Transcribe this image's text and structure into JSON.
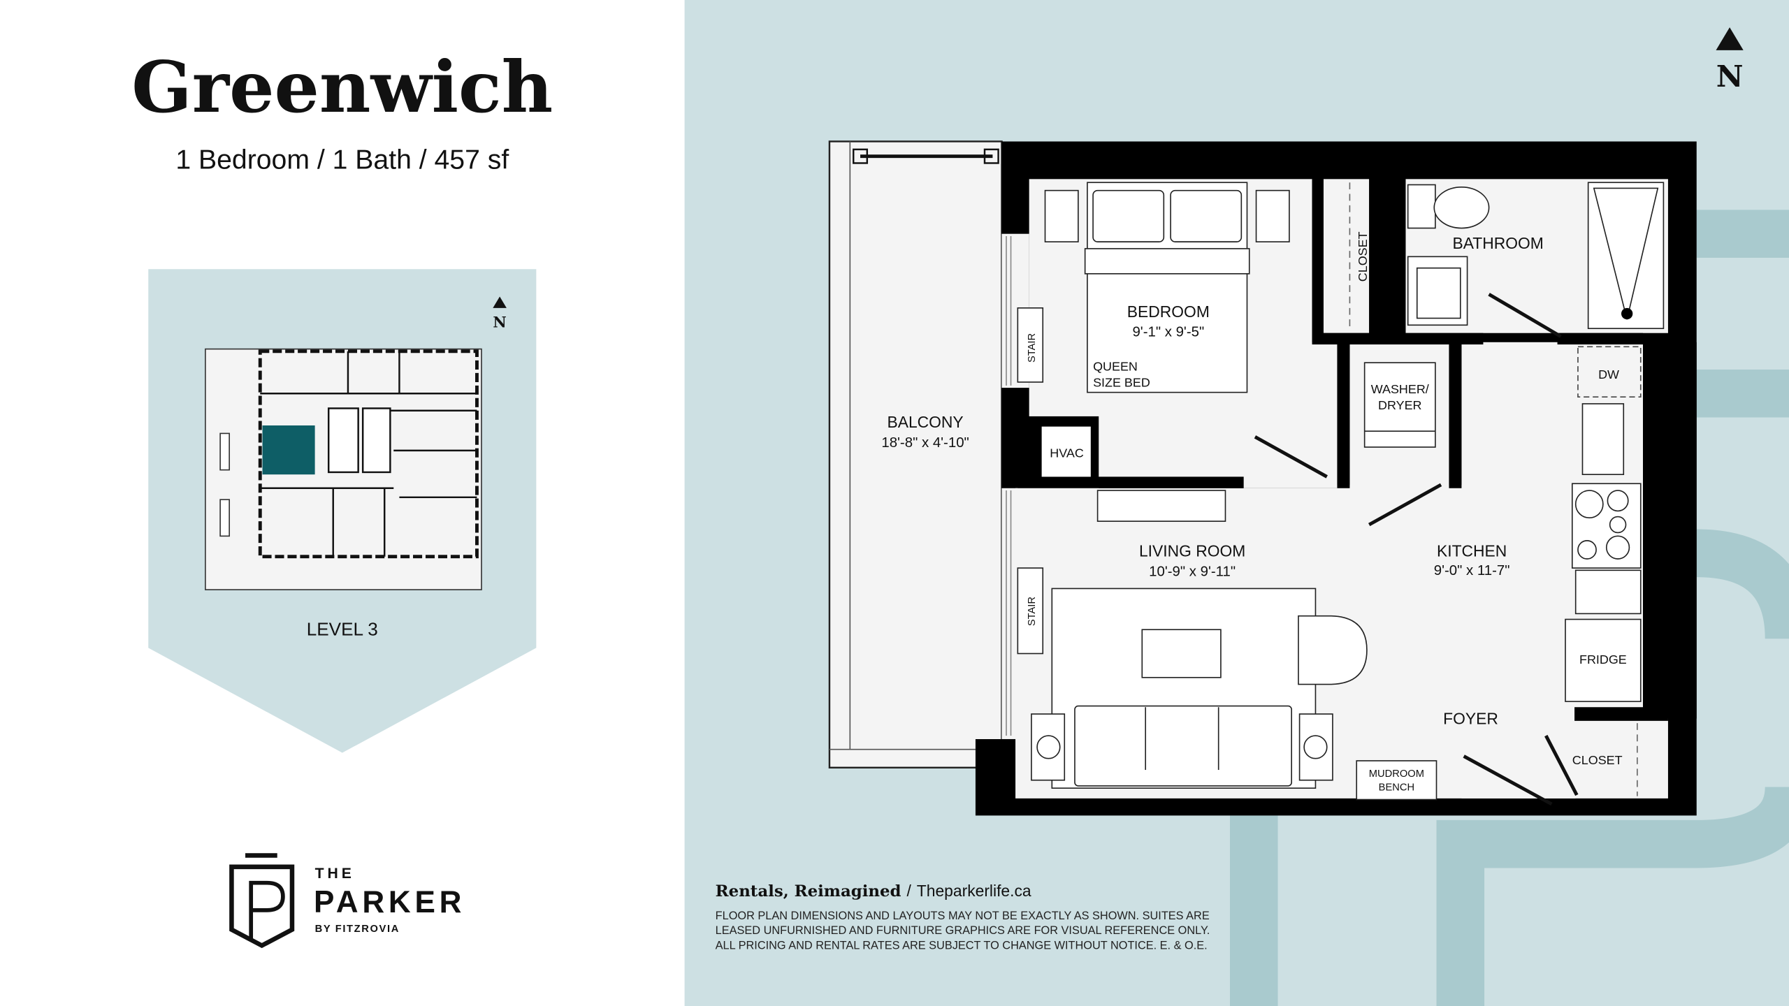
{
  "header": {
    "title": "Greenwich",
    "subtitle": "1 Bedroom / 1 Bath / 457 sf"
  },
  "keyplan": {
    "north_label": "N",
    "level_label": "LEVEL 3",
    "highlight_color": "#0e5e66"
  },
  "logo": {
    "the": "THE",
    "name": "PARKER",
    "by": "BY FITZROVIA"
  },
  "compass": {
    "label": "N",
    "icon": "north-arrow-icon"
  },
  "plan": {
    "rooms": {
      "balcony": {
        "name": "BALCONY",
        "dims": "18'-8\" x 4'-10\""
      },
      "bedroom": {
        "name": "BEDROOM",
        "dims": "9'-1\" x 9'-5\""
      },
      "bed": {
        "line1": "QUEEN",
        "line2": "SIZE BED"
      },
      "bathroom": {
        "name": "BATHROOM"
      },
      "living": {
        "name": "LIVING ROOM",
        "dims": "10'-9\" x 9'-11\""
      },
      "kitchen": {
        "name": "KITCHEN",
        "dims": "9'-0\" x 11-7\""
      },
      "foyer": {
        "name": "FOYER"
      }
    },
    "labels": {
      "closet_bedroom": "CLOSET",
      "closet_foyer": "CLOSET",
      "hvac": "HVAC",
      "washer_line1": "WASHER/",
      "washer_line2": "DRYER",
      "dw": "DW",
      "fridge": "FRIDGE",
      "stair_top": "STAIR",
      "stair_bottom": "STAIR",
      "mudroom_line1": "MUDROOM",
      "mudroom_line2": "BENCH"
    }
  },
  "footer": {
    "tagline": "Rentals, Reimagined",
    "separator": "/",
    "website": "Theparkerlife.ca",
    "disclaimer": [
      "FLOOR PLAN DIMENSIONS AND LAYOUTS MAY NOT BE EXACTLY AS SHOWN. SUITES ARE",
      "LEASED UNFURNISHED AND FURNITURE GRAPHICS ARE FOR VISUAL REFERENCE ONLY.",
      "ALL PRICING AND RENTAL RATES ARE SUBJECT TO CHANGE WITHOUT NOTICE. E. & O.E."
    ]
  },
  "colors": {
    "panel_bg": "#cde0e3",
    "panel_accent": "#a9cace",
    "wall": "#000000",
    "floor": "#f4f4f4"
  }
}
